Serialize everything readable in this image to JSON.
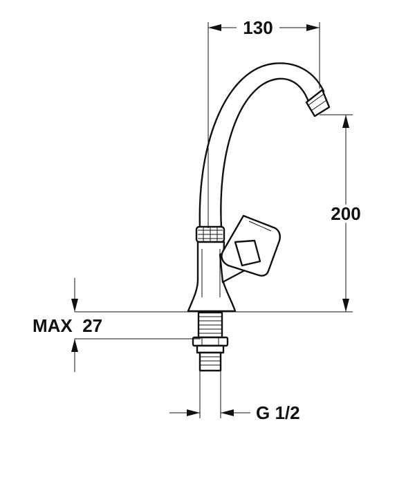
{
  "dimensions": {
    "reach": "130",
    "height": "200",
    "max_thickness": "MAX  27",
    "thread": "G 1/2"
  },
  "colors": {
    "line": "#111111",
    "background": "#ffffff"
  }
}
